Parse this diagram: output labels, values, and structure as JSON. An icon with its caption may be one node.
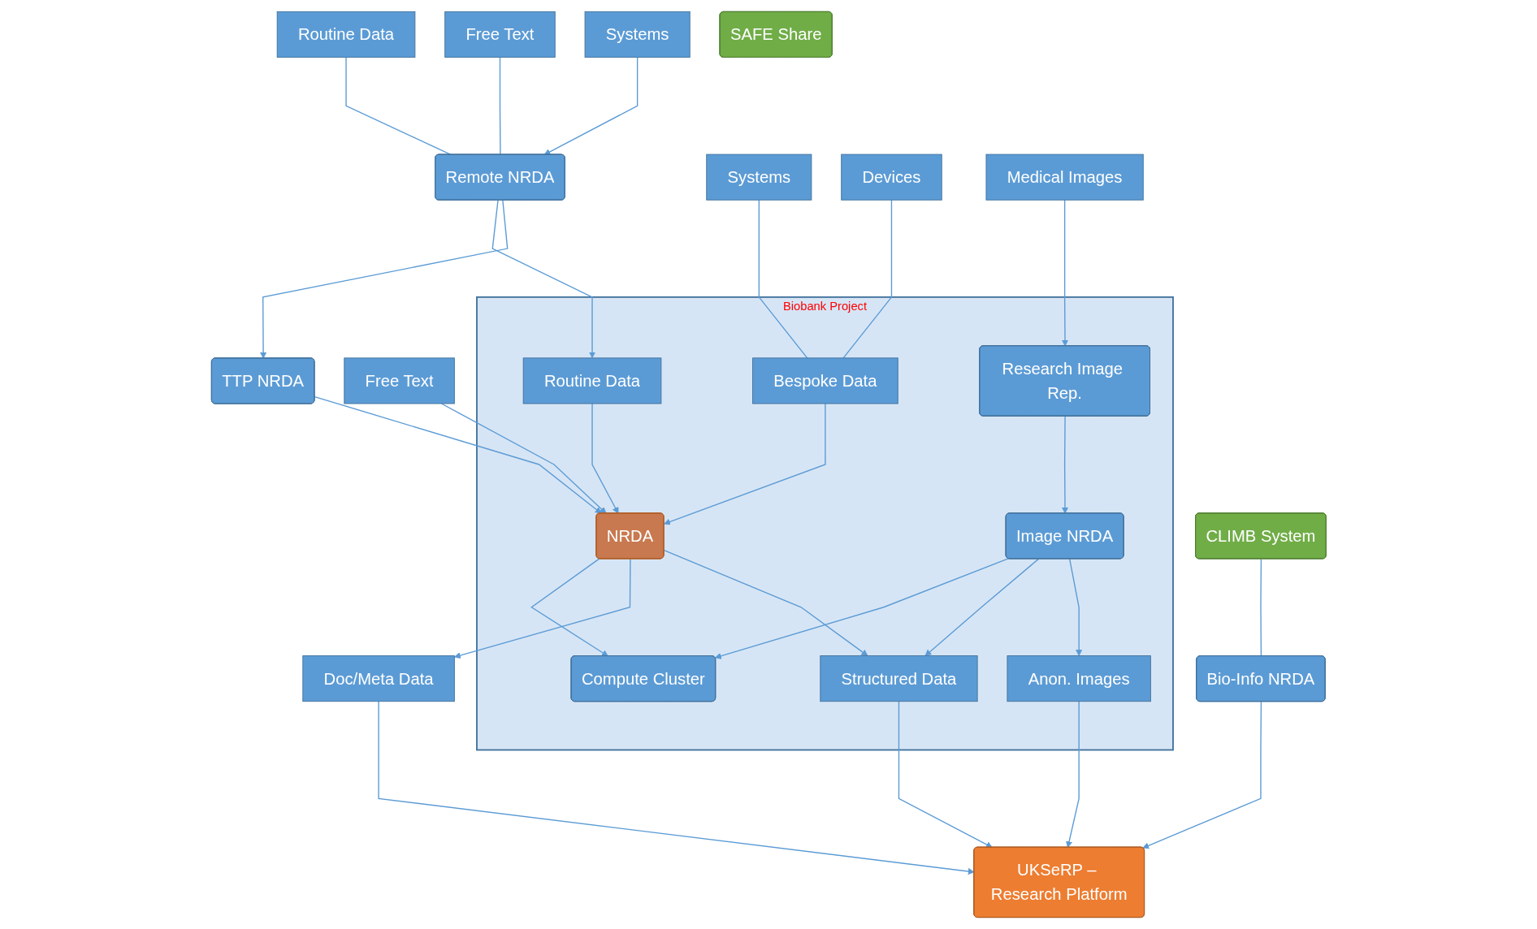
{
  "diagram": {
    "nodes": [
      {
        "text": [
          "Routine Data"
        ]
      },
      {
        "text": [
          "Free Text"
        ]
      },
      {
        "text": [
          "Systems"
        ]
      },
      {
        "text": [
          "Remote NRDA"
        ]
      },
      {
        "text": [
          "Systems"
        ]
      },
      {
        "text": [
          "Devices"
        ]
      },
      {
        "text": [
          "Medical Images"
        ]
      },
      {
        "text": [
          "Biobank Project"
        ]
      },
      {
        "text": [
          "CLIMB System"
        ]
      },
      {
        "text": [
          "Free Text"
        ]
      },
      {
        "text": [
          "Routine Data"
        ],
        "in": 7
      },
      {
        "text": [
          "Bespoke Data"
        ],
        "in": 7
      },
      {
        "text": [
          "Research Image Rep."
        ],
        "in": 7
      },
      {
        "text": [
          "TTP NRDA"
        ]
      },
      {
        "text": [
          "NRDA"
        ],
        "in": 7
      },
      {
        "text": [
          "Compute Cluster"
        ],
        "in": 7
      },
      {
        "text": [
          "Image NRDA"
        ],
        "in": 7
      },
      {
        "text": [
          "Bio-Info NRDA"
        ]
      },
      {
        "text": [
          "Doc/Meta Data"
        ]
      },
      {
        "text": [
          "Structured Data"
        ],
        "in": 7
      },
      {
        "text": [
          "Anon. Images"
        ],
        "in": 7
      },
      {
        "text": [
          "SAFE Share"
        ]
      },
      {
        "text": [
          "UKSeRP – Research Platform"
        ]
      }
    ],
    "edges": [
      {
        "from": 0,
        "to": 3,
        "arrow": "none"
      },
      {
        "from": 1,
        "to": 3,
        "arrow": "none"
      },
      {
        "from": 2,
        "to": 3,
        "arrow": "to"
      },
      {
        "from": 3,
        "to": 10,
        "arrow": "to"
      },
      {
        "from": 3,
        "to": 13,
        "arrow": "to"
      },
      {
        "from": 4,
        "to": 11,
        "arrow": "none"
      },
      {
        "from": 5,
        "to": 11,
        "arrow": "none"
      },
      {
        "from": 6,
        "to": 12,
        "arrow": "to"
      },
      {
        "from": 9,
        "to": 14,
        "arrow": "to"
      },
      {
        "from": 10,
        "to": 14,
        "arrow": "to"
      },
      {
        "from": 11,
        "to": 14,
        "arrow": "to"
      },
      {
        "from": 13,
        "to": 14,
        "arrow": "to"
      },
      {
        "from": 14,
        "to": 15,
        "arrow": "to"
      },
      {
        "from": 16,
        "to": 15,
        "arrow": "to"
      },
      {
        "from": 12,
        "to": 16,
        "arrow": "to"
      },
      {
        "from": 8,
        "to": 17,
        "arrow": "none"
      },
      {
        "from": 14,
        "to": 18,
        "arrow": "to"
      },
      {
        "from": 14,
        "to": 19,
        "arrow": "to"
      },
      {
        "from": 16,
        "to": 19,
        "arrow": "to"
      },
      {
        "from": 16,
        "to": 20,
        "arrow": "to"
      },
      {
        "from": 18,
        "to": 22,
        "arrow": "to"
      },
      {
        "from": 19,
        "to": 22,
        "arrow": "to"
      },
      {
        "from": 20,
        "to": 22,
        "arrow": "to"
      },
      {
        "from": 17,
        "to": 22,
        "arrow": "to"
      }
    ]
  }
}
